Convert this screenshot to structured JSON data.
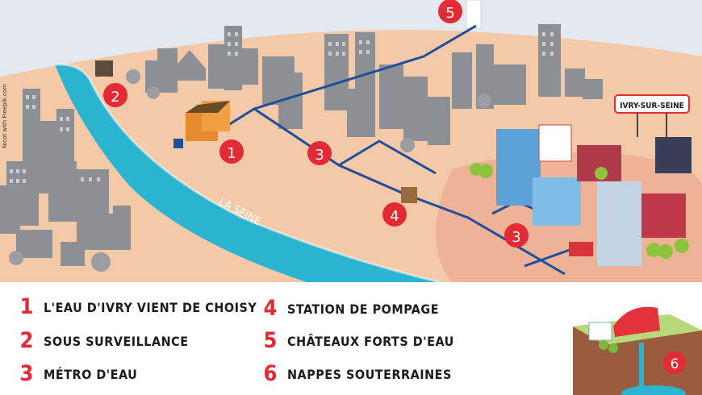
{
  "credit": "Nicot with Freepik.com",
  "river_label": "LA SEINE",
  "town_sign": "IVRY-SUR-SEINE",
  "markers": [
    {
      "num": "1"
    },
    {
      "num": "2"
    },
    {
      "num": "3"
    },
    {
      "num": "3"
    },
    {
      "num": "4"
    },
    {
      "num": "5"
    },
    {
      "num": "6"
    }
  ],
  "legend": [
    {
      "num": "1",
      "text": "L'EAU D'IVRY  VIENT DE CHOISY"
    },
    {
      "num": "2",
      "text": "SOUS SURVEILLANCE"
    },
    {
      "num": "3",
      "text": "MÉTRO D'EAU"
    },
    {
      "num": "4",
      "text": "STATION DE POMPAGE"
    },
    {
      "num": "5",
      "text": "CHÂTEAUX  FORTS D'EAU"
    },
    {
      "num": "6",
      "text": "NAPPES  SOUTERRAINES"
    }
  ],
  "colors": {
    "land": "#f3c9a7",
    "sky": "#dfe5ee",
    "river": "#2ab4cf",
    "marker": "#e32a35",
    "pipe": "#1f4e9c",
    "building": "#8c8f94"
  }
}
